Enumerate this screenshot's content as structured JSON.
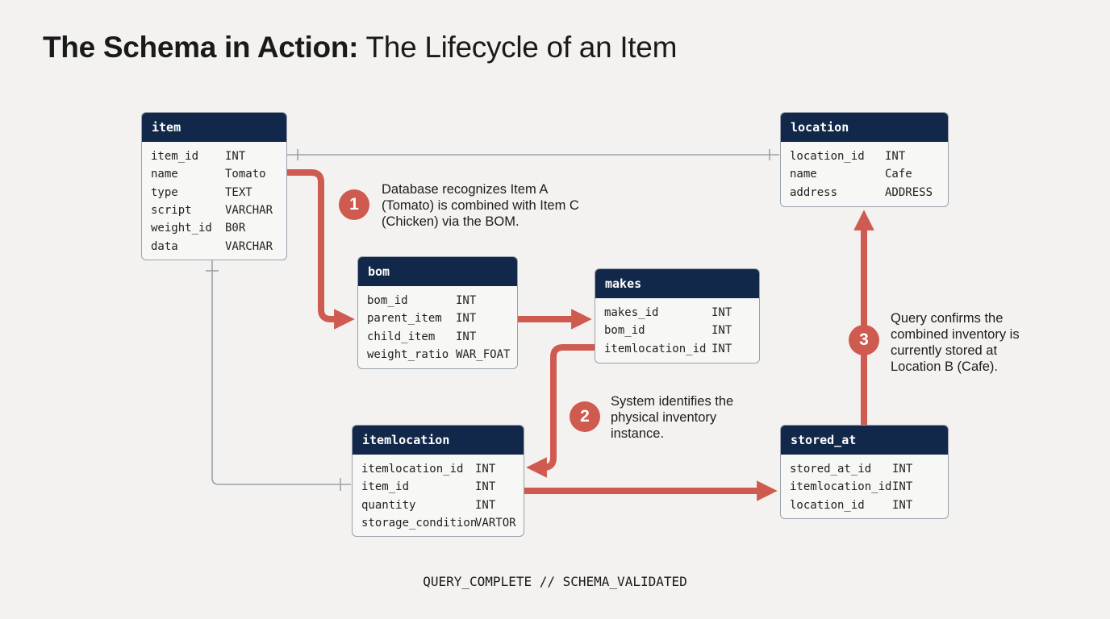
{
  "title": {
    "bold": "The Schema in Action:",
    "regular": "The Lifecycle of an Item"
  },
  "colors": {
    "header": "#12284a",
    "accent": "#cf5a4f",
    "relation": "#9aa1aa",
    "background": "#f3f2f0"
  },
  "tables": {
    "item": {
      "name": "item",
      "rows": [
        [
          "item_id",
          "INT"
        ],
        [
          "name",
          "Tomato"
        ],
        [
          "type",
          "TEXT"
        ],
        [
          "script",
          "VARCHAR"
        ],
        [
          "weight_id",
          "B0R"
        ],
        [
          "data",
          "VARCHAR"
        ]
      ]
    },
    "location": {
      "name": "location",
      "rows": [
        [
          "location_id",
          "INT"
        ],
        [
          "name",
          "Cafe"
        ],
        [
          "address",
          "ADDRESS"
        ]
      ]
    },
    "bom": {
      "name": "bom",
      "rows": [
        [
          "bom_id",
          "INT"
        ],
        [
          "parent_item",
          "INT"
        ],
        [
          "child_item",
          "INT"
        ],
        [
          "weight_ratio",
          "WAR_FOAT"
        ]
      ]
    },
    "makes": {
      "name": "makes",
      "rows": [
        [
          "makes_id",
          "INT"
        ],
        [
          "bom_id",
          "INT"
        ],
        [
          "itemlocation_id",
          "INT"
        ]
      ]
    },
    "itemlocation": {
      "name": "itemlocation",
      "rows": [
        [
          "itemlocation_id",
          "INT"
        ],
        [
          "item_id",
          "INT"
        ],
        [
          "quantity",
          "INT"
        ],
        [
          "storage_condition",
          "VARTOR"
        ]
      ]
    },
    "stored_at": {
      "name": "stored_at",
      "rows": [
        [
          "stored_at_id",
          "INT"
        ],
        [
          "itemlocation_id",
          "INT"
        ],
        [
          "location_id",
          "INT"
        ]
      ]
    }
  },
  "steps": [
    {
      "number": "1",
      "text": "Database recognizes Item A (Tomato) is combined with Item C (Chicken) via the BOM."
    },
    {
      "number": "2",
      "text": "System identifies the physical inventory instance."
    },
    {
      "number": "3",
      "text": "Query confirms the combined inventory is currently stored at Location B (Cafe)."
    }
  ],
  "footer": "QUERY_COMPLETE // SCHEMA_VALIDATED"
}
